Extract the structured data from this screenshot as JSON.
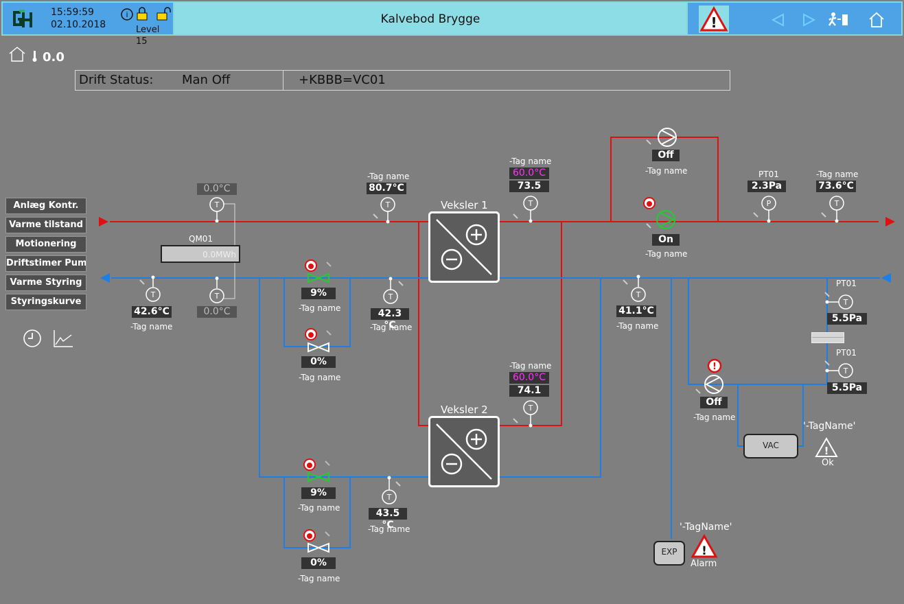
{
  "header": {
    "logo": "GH",
    "time": "15:59:59",
    "date": "02.10.2018",
    "level": "Level 15",
    "title": "Kalvebod Brygge",
    "icons": [
      "info-icon",
      "lock-closed-icon",
      "lock-open-icon",
      "alarm-triangle-icon",
      "nav-back-icon",
      "nav-forward-icon",
      "exit-icon",
      "home-icon"
    ]
  },
  "outdoor": {
    "value": "0.0"
  },
  "status_bar": {
    "label": "Drift Status:",
    "value": "Man Off",
    "tag": "+KBBB=VC01"
  },
  "menu": [
    "Anlæg Kontr.",
    "Varme tilstand",
    "Motionering",
    "Driftstimer Pump",
    "Varme Styring",
    "Styringskurve"
  ],
  "meter": {
    "name": "QM01",
    "value": "0.0MWh",
    "temp_top": "0.0°C",
    "temp_bottom": "0.0°C"
  },
  "sensors": {
    "s_return_left": {
      "value": "42.6°C",
      "tag": "-Tag name"
    },
    "s_supply_mid": {
      "value": "80.7°C",
      "tag": "-Tag name"
    },
    "s_return_mid": {
      "value": "42.3 °C",
      "tag": "-Tag name"
    },
    "s_hx1_out": {
      "setpoint": "60.0°C",
      "value": "73.5",
      "tag": "-Tag name"
    },
    "s_hx2_out": {
      "setpoint": "60.0°C",
      "value": "74.1",
      "tag": "-Tag name"
    },
    "s_return_right": {
      "value": "41.1°C",
      "tag": "-Tag name"
    },
    "s_return_low": {
      "value": "43.5 °C",
      "tag": "-Tag name"
    },
    "pt01_top": {
      "name": "PT01",
      "value": "2.3Pa"
    },
    "s_supply_right": {
      "value": "73.6°C",
      "tag": "-Tag name"
    },
    "pt01_mid": {
      "name": "PT01",
      "value": "5.5Pa"
    },
    "pt01_low": {
      "name": "PT01",
      "value": "5.5Pa"
    }
  },
  "valves": {
    "v1": {
      "value": "9%",
      "tag": "-Tag name"
    },
    "v2": {
      "value": "0%",
      "tag": "-Tag name"
    },
    "v3": {
      "value": "9%",
      "tag": "-Tag name"
    },
    "v4": {
      "value": "0%",
      "tag": "-Tag name"
    }
  },
  "pumps": {
    "p1": {
      "state": "Off",
      "tag": "-Tag name"
    },
    "p2": {
      "state": "On",
      "tag": "-Tag name"
    },
    "p3": {
      "state": "Off",
      "tag": "-Tag name"
    }
  },
  "exchangers": {
    "hx1": "Veksler 1",
    "hx2": "Veksler 2"
  },
  "vac": {
    "label": "VAC",
    "tag": "'-TagName'",
    "state": "Ok"
  },
  "exp": {
    "label": "EXP",
    "tag": "'-TagName'",
    "state": "Alarm"
  },
  "colors": {
    "supply": "#e01010",
    "return": "#1c7fe6",
    "background": "#7f7f7f",
    "header_blue": "#4da3e6",
    "header_cyan": "#8ddde6"
  }
}
